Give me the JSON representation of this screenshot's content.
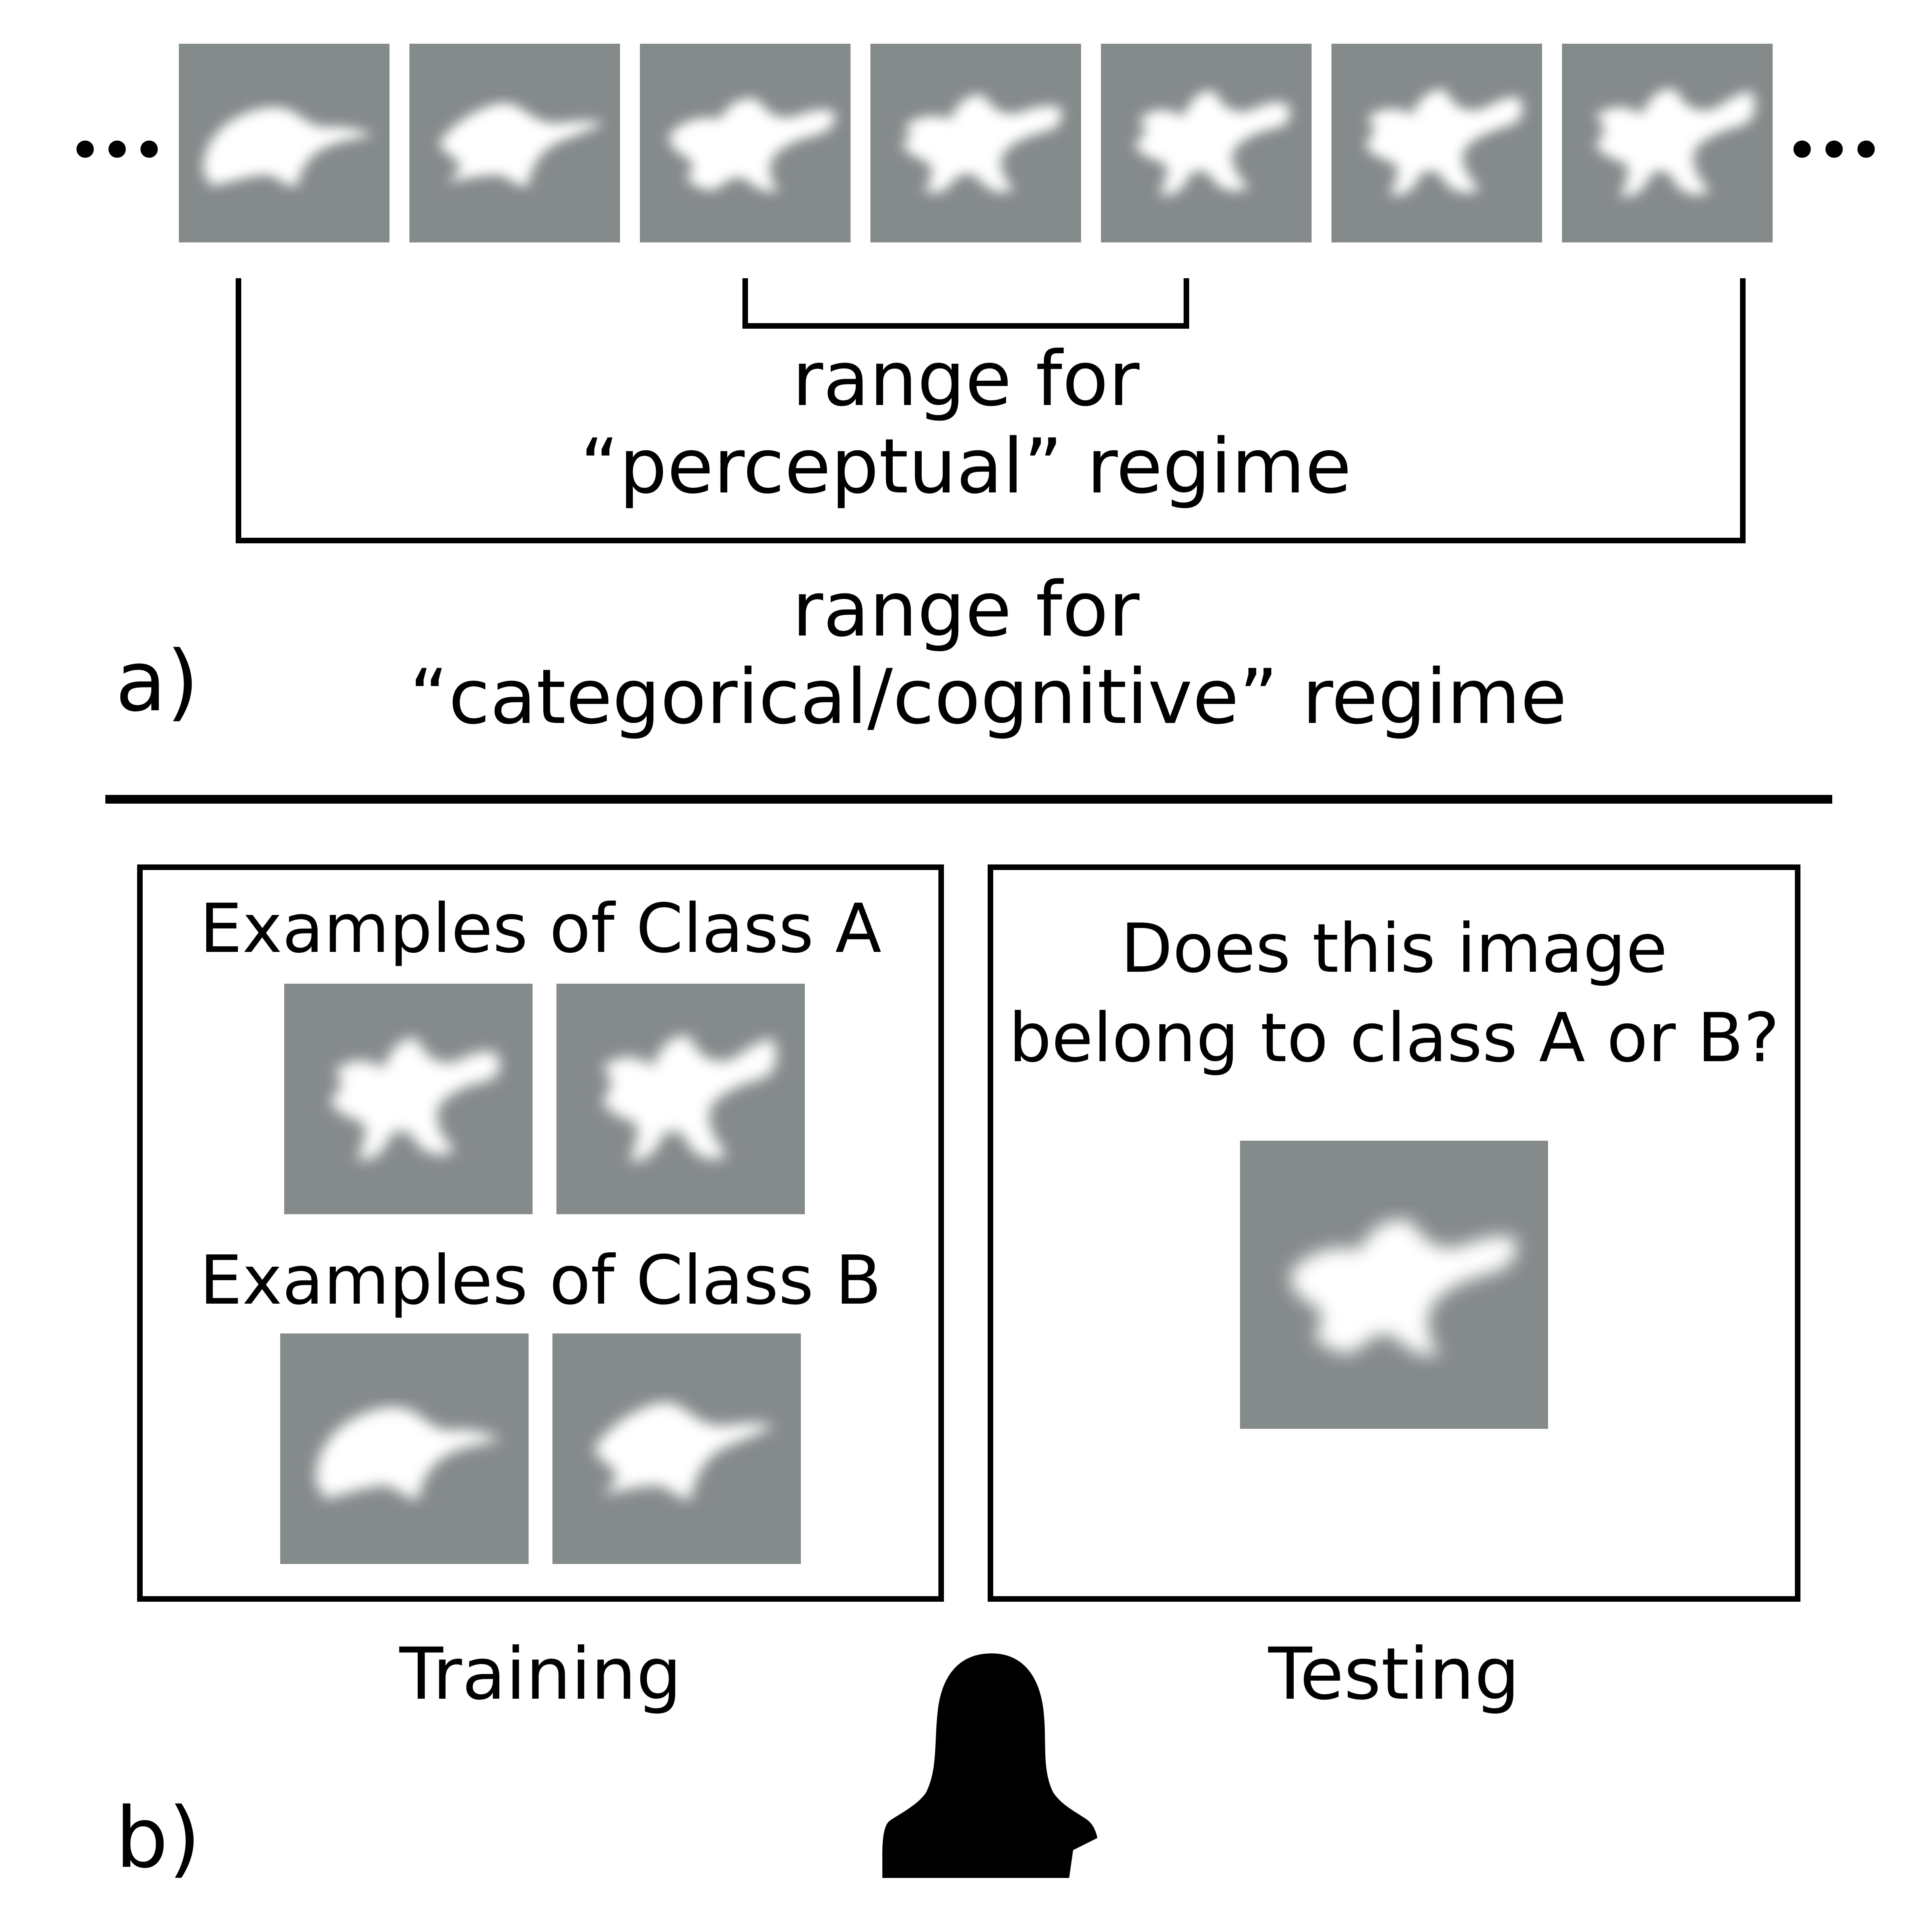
{
  "panel_a": {
    "label": "a)",
    "ellipsis_left": "•••",
    "ellipsis_right": "•••",
    "perceptual_line1": "range for",
    "perceptual_line2": "“perceptual” regime",
    "categorical_line1": "range for",
    "categorical_line2": "“categorical/cognitive” regime"
  },
  "panel_b": {
    "label": "b)",
    "training": {
      "class_a_heading": "Examples of Class A",
      "class_b_heading": "Examples of Class B",
      "caption": "Training"
    },
    "testing": {
      "question_line1": "Does this image",
      "question_line2": "belong to class A or B?",
      "caption": "Testing"
    }
  },
  "colors": {
    "tile_gray": "#858a8b",
    "shape_white": "#ffffff",
    "ink": "#000000"
  },
  "icons": [
    "ellipsis-icon",
    "person-silhouette-icon"
  ]
}
